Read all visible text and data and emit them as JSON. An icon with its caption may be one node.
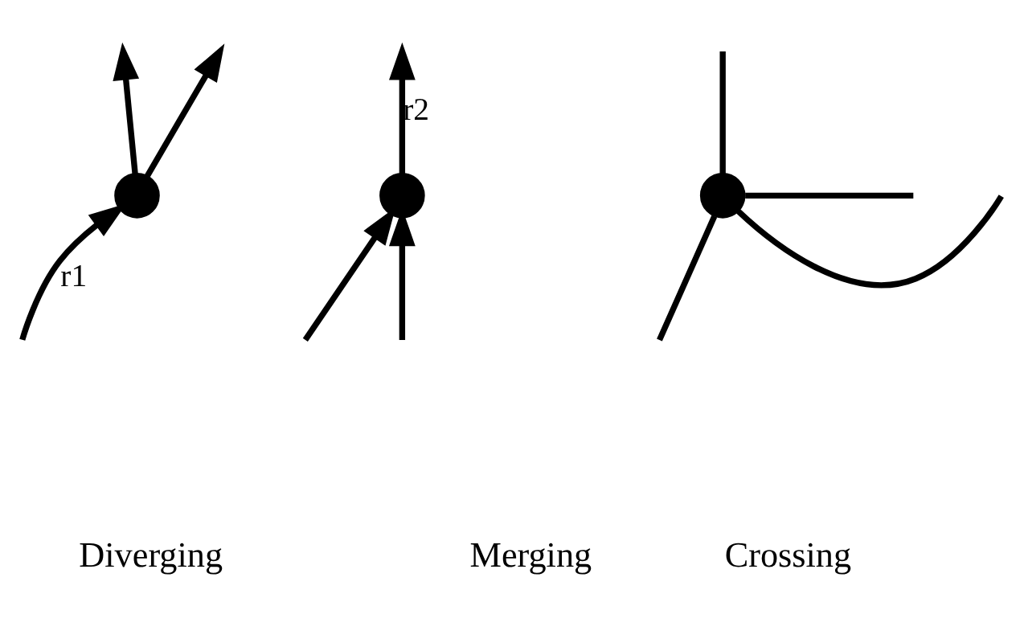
{
  "diagram": {
    "nodes": [
      {
        "text": [],
        "shape": "circle"
      },
      {
        "text": [],
        "shape": "circle"
      },
      {
        "text": [],
        "shape": "circle"
      }
    ],
    "edges": [
      {
        "from": null,
        "to": 0,
        "arrow": "to",
        "label": "r1"
      },
      {
        "from": 0,
        "to": null,
        "arrow": "to"
      },
      {
        "from": 0,
        "to": null,
        "arrow": "to"
      },
      {
        "from": null,
        "to": 1,
        "arrow": "to"
      },
      {
        "from": null,
        "to": 1,
        "arrow": "to"
      },
      {
        "from": 1,
        "to": null,
        "arrow": "to",
        "label": "r2"
      },
      {
        "from": 2,
        "to": null,
        "arrow": "none"
      },
      {
        "from": 2,
        "to": null,
        "arrow": "none"
      },
      {
        "from": 2,
        "to": null,
        "arrow": "none"
      },
      {
        "from": 2,
        "to": null,
        "arrow": "none"
      }
    ],
    "labels": [
      "Diverging",
      "Merging",
      "Crossing"
    ]
  }
}
